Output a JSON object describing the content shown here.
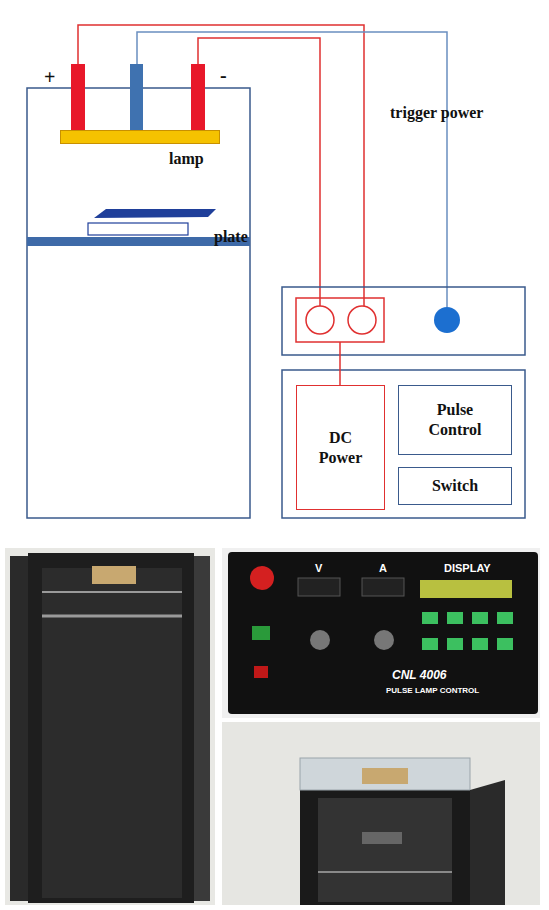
{
  "diagram": {
    "nodes": [
      {
        "text": [
          "lamp"
        ]
      },
      {
        "text": [
          "plate"
        ]
      },
      {
        "text": [
          "DC Power"
        ]
      },
      {
        "text": [
          "Pulse Control"
        ]
      },
      {
        "text": [
          "Switch"
        ]
      }
    ],
    "labels": [
      "+",
      "-",
      "trigger power",
      "V",
      "A",
      "DISPLAY",
      "CNL 4006",
      "PULSE LAMP CONTROL"
    ]
  }
}
